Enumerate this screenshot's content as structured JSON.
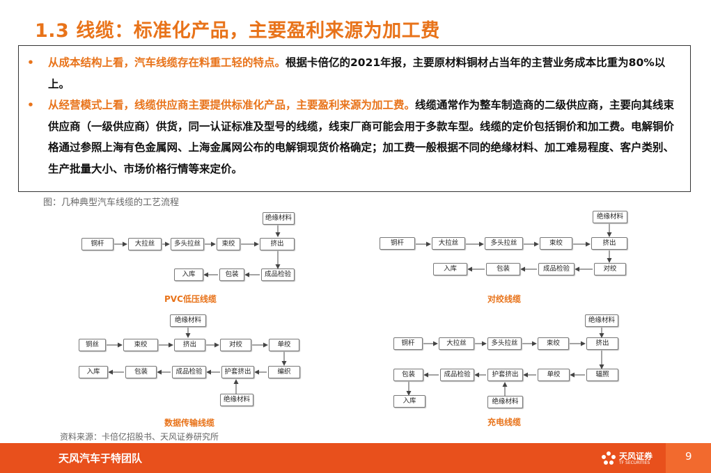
{
  "title": "1.3 线缆：标准化产品，主要盈利来源为加工费",
  "summary": {
    "bullets": [
      {
        "marker": "•",
        "highlight": "从成本结构上看，汽车线缆存在料重工轻的特点。",
        "body": "根据卡倍亿的2021年报，主要原材料铜材占当年的主营业务成本比重为80%以上。"
      },
      {
        "marker": "•",
        "highlight": "从经营模式上看，线缆供应商主要提供标准化产品，主要盈利来源为加工费。",
        "body": "线缆通常作为整车制造商的二级供应商，主要向其线束供应商（一级供应商）供货，同一认证标准及型号的线缆，线束厂商可能会用于多款车型。线缆的定价包括铜价和加工费。电解铜价格通过参照上海有色金属网、上海金属网公布的电解铜现货价格确定；加工费一般根据不同的绝缘材料、加工难易程度、客户类别、生产批量大小、市场价格行情等来定价。"
      }
    ]
  },
  "figure_caption": "图：几种典型汽车线缆的工艺流程",
  "diagrams": {
    "pvc": {
      "label": "PVC低压线缆",
      "nodes": [
        "铜杆",
        "大拉丝",
        "多头拉丝",
        "束绞",
        "挤出",
        "绝缘材料",
        "成品检验",
        "包装",
        "入库"
      ]
    },
    "twisted": {
      "label": "对绞线缆",
      "nodes": [
        "铜杆",
        "大拉丝",
        "多头拉丝",
        "束绞",
        "挤出",
        "绝缘材料",
        "对绞",
        "成品检验",
        "包装",
        "入库"
      ]
    },
    "data": {
      "label": "数据传输线缆",
      "nodes": [
        "铜丝",
        "束绞",
        "挤出",
        "绝缘材料",
        "对绞",
        "单绞",
        "编织",
        "护套挤出",
        "绝缘材料",
        "成品检验",
        "包装",
        "入库"
      ]
    },
    "charging": {
      "label": "充电线缆",
      "nodes": [
        "铜杆",
        "大拉丝",
        "多头拉丝",
        "束绞",
        "挤出",
        "绝缘材料",
        "辐照",
        "单绞",
        "护套挤出",
        "绝缘材料",
        "成品检验",
        "包装",
        "入库"
      ]
    }
  },
  "source": "资料来源：卡倍亿招股书、天风证券研究所",
  "footer": {
    "team": "天风汽车于特团队",
    "logo_cn": "天风证券",
    "logo_en": "TF SECURITIES",
    "page_number": "9"
  },
  "colors": {
    "accent": "#E8731A",
    "footer_bar": "#E8501C"
  }
}
